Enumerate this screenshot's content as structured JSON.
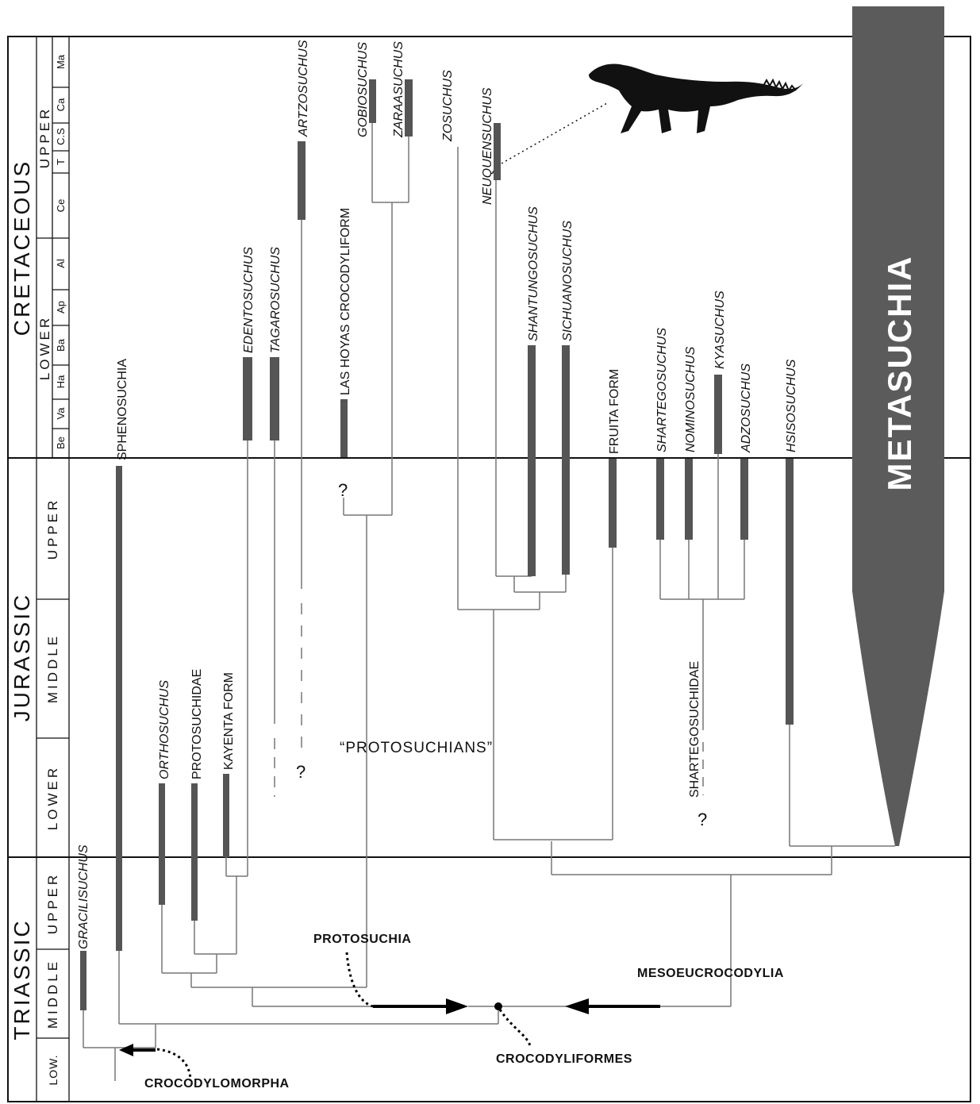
{
  "periods": {
    "cretaceous": "CRETACEOUS",
    "jurassic": "JURASSIC",
    "triassic": "TRIASSIC"
  },
  "epochs": {
    "cret_upper": "UPPER",
    "cret_lower": "LOWER",
    "jur_upper": "UPPER",
    "jur_middle": "MIDDLE",
    "jur_lower": "LOWER",
    "tri_upper": "UPPER",
    "tri_middle": "MIDDLE",
    "tri_lower": "LOW."
  },
  "stages": [
    "Ma",
    "Ca",
    "C.S",
    "T",
    "Ce",
    "Al",
    "Ap",
    "Ba",
    "Ha",
    "Va",
    "Be"
  ],
  "taxa": {
    "gracilisuchus": "GRACILISUCHUS",
    "sphenosuchia": "SPHENOSUCHIA",
    "orthosuchus": "ORTHOSUCHUS",
    "protosuchidae": "PROTOSUCHIDAE",
    "kayenta": "KAYENTA FORM",
    "edentosuchus": "EDENTOSUCHUS",
    "tagarosuchus": "TAGAROSUCHUS",
    "artzosuchus": "ARTZOSUCHUS",
    "lashoyas": "LAS HOYAS CROCODYLIFORM",
    "gobiosuchus": "GOBIOSUCHUS",
    "zaraasuchus": "ZARAASUCHUS",
    "zosuchus": "ZOSUCHUS",
    "neuquensuchus": "NEUQUENSUCHUS",
    "shantungosuchus": "SHANTUNGOSUCHUS",
    "sichuanosuchus": "SICHUANOSUCHUS",
    "fruita": "FRUITA FORM",
    "shartegosuchus": "SHARTEGOSUCHUS",
    "nominosuchus": "NOMINOSUCHUS",
    "kyasuchus": "KYASUCHUS",
    "adzosuchus": "ADZOSUCHUS",
    "hsisosuchus": "HSISOSUCHUS",
    "shartegosuchidae": "SHARTEGOSUCHIDAE"
  },
  "clades": {
    "metasuchia": "METASUCHIA",
    "protosuchians": "“PROTOSUCHIANS”",
    "protosuchia": "PROTOSUCHIA",
    "mesoeucrocodylia": "MESOEUCROCODYLIA",
    "crocodyliformes": "CROCODYLIFORMES",
    "crocodylomorpha": "CROCODYLOMORPHA"
  },
  "question_mark": "?",
  "colors": {
    "range_bar": "#555555",
    "metasuchia_fill": "#5b5b5b",
    "line": "#777777",
    "border": "#111111"
  }
}
